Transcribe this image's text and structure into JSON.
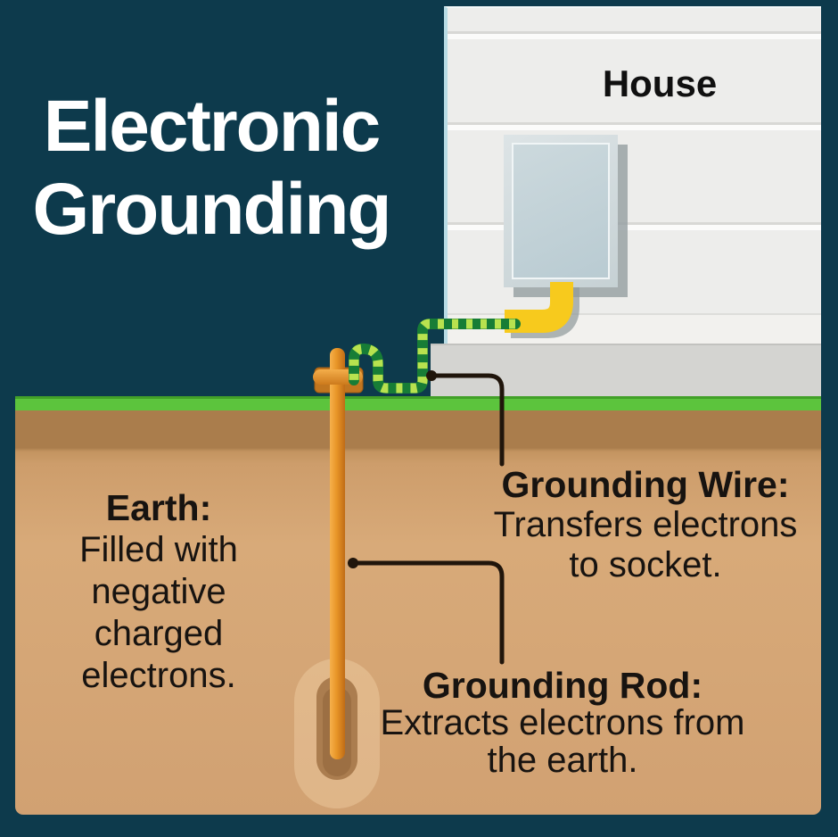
{
  "title": {
    "line1": "Electronic",
    "line2": "Grounding"
  },
  "house_label": "House",
  "annotations": {
    "earth": {
      "heading": "Earth:",
      "lines": [
        "Filled with",
        "negative",
        "charged",
        "electrons."
      ]
    },
    "grounding_wire": {
      "heading": "Grounding Wire:",
      "lines": [
        "Transfers electrons",
        "to socket."
      ]
    },
    "grounding_rod": {
      "heading": "Grounding Rod:",
      "lines": [
        "Extracts electrons from",
        "the earth."
      ]
    }
  },
  "colors": {
    "background_teal": "#0d3a4c",
    "grass_green": "#5cc43d",
    "earth_dark": "#aa7d4c",
    "earth_light": "#d7a878",
    "rod_copper": "#e89527",
    "wire_green": "#177d36",
    "wire_stripe": "#b8e24f",
    "conduit_yellow": "#f7ca1d",
    "house_siding": "#ededeb",
    "panel_blue_gray": "#bfcfd5",
    "text_black": "#171310",
    "title_white": "#ffffff"
  }
}
